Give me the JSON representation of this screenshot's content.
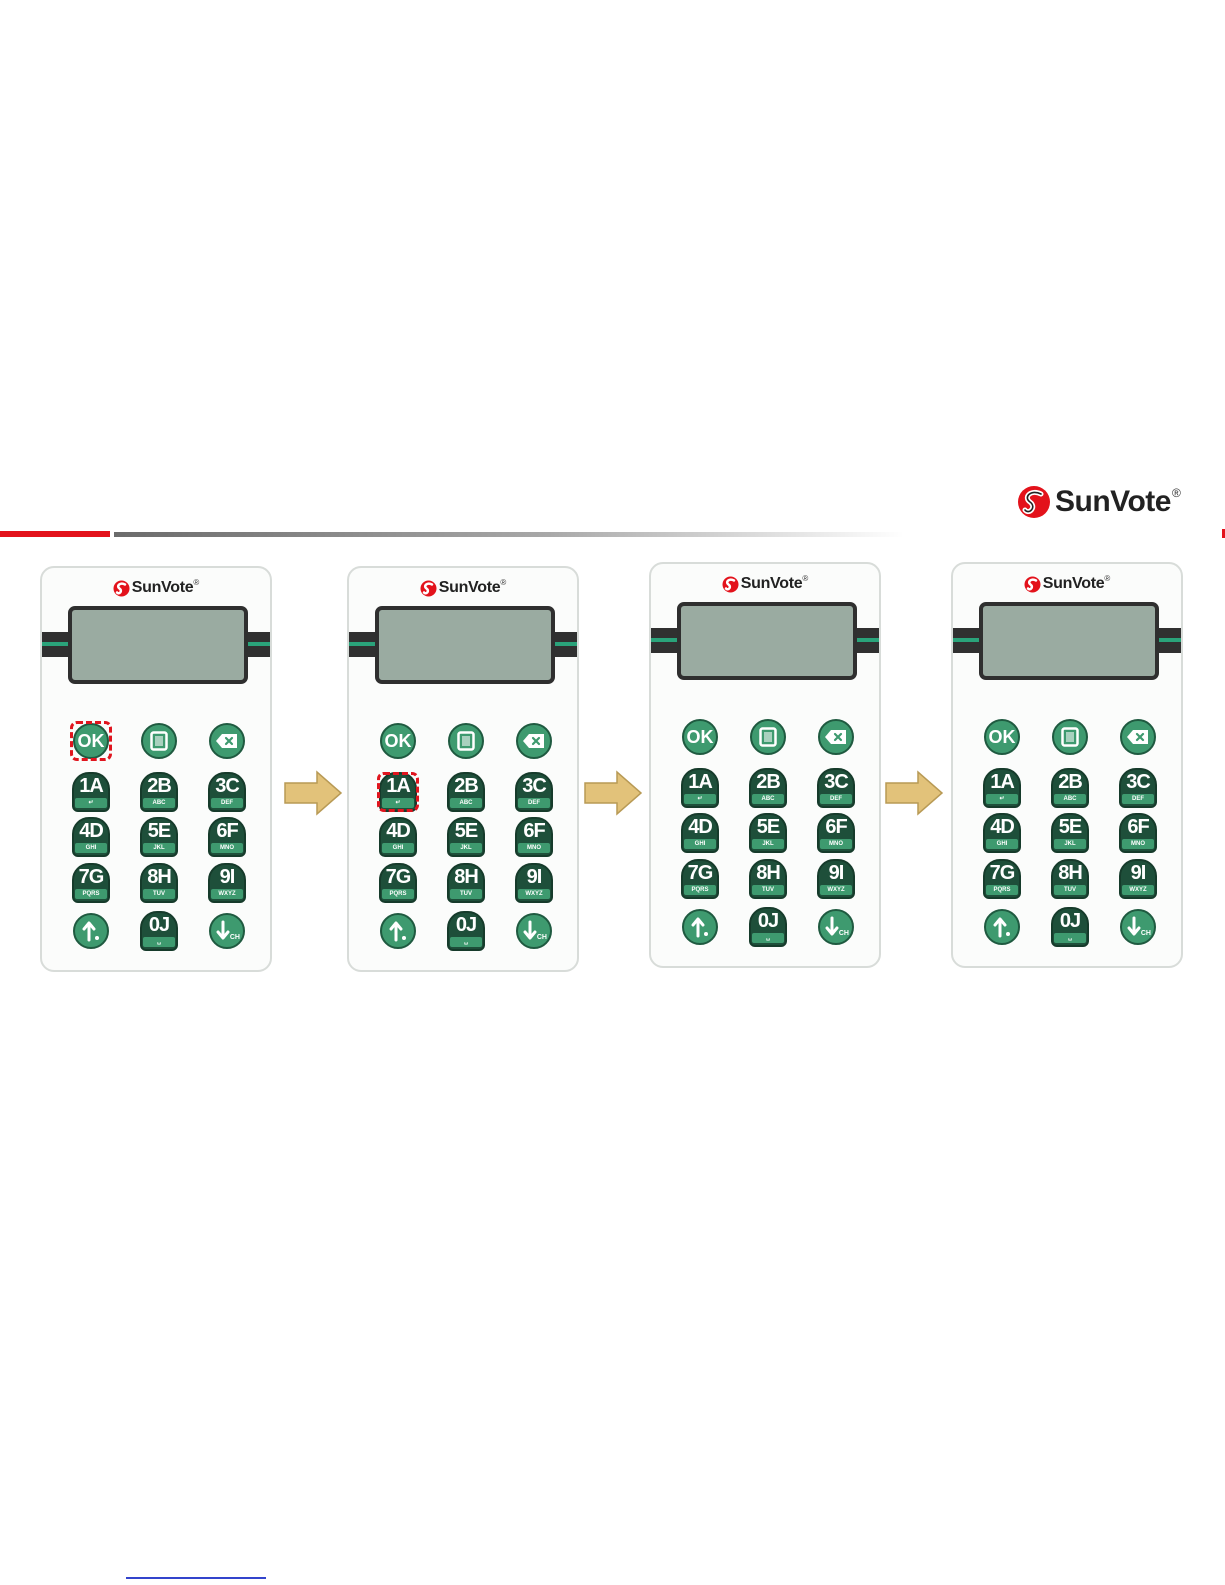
{
  "brand": {
    "name": "SunVote",
    "registered_mark": "®",
    "logo_icon": "sunvote-logo-icon",
    "accent_color": "#e3121b"
  },
  "device_brand": {
    "name": "SunVote",
    "registered_mark": "®"
  },
  "keypad": {
    "colors": {
      "key_dark": "#1e4f3a",
      "key_green": "#3e9a6f",
      "screen": "#9aaba1"
    },
    "top_row": [
      {
        "id": "ok",
        "label": "OK"
      },
      {
        "id": "menu",
        "icon": "menu-square-icon"
      },
      {
        "id": "backspace",
        "icon": "backspace-icon"
      }
    ],
    "number_keys": [
      {
        "id": "1",
        "main": "1A",
        "sub": "↵"
      },
      {
        "id": "2",
        "main": "2B",
        "sub": "ABC"
      },
      {
        "id": "3",
        "main": "3C",
        "sub": "DEF"
      },
      {
        "id": "4",
        "main": "4D",
        "sub": "GHI"
      },
      {
        "id": "5",
        "main": "5E",
        "sub": "JKL"
      },
      {
        "id": "6",
        "main": "6F",
        "sub": "MNO"
      },
      {
        "id": "7",
        "main": "7G",
        "sub": "PQRS"
      },
      {
        "id": "8",
        "main": "8H",
        "sub": "TUV"
      },
      {
        "id": "9",
        "main": "9I",
        "sub": "WXYZ"
      }
    ],
    "bottom_row": [
      {
        "id": "up",
        "icon": "arrow-up-icon"
      },
      {
        "id": "0",
        "main": "0J",
        "sub": "␣"
      },
      {
        "id": "down",
        "icon": "arrow-down-ch-icon",
        "sub": "CH"
      }
    ]
  },
  "steps": [
    {
      "step": 1,
      "highlighted_key": "ok"
    },
    {
      "step": 2,
      "highlighted_key": "1"
    },
    {
      "step": 3,
      "highlighted_key": null
    },
    {
      "step": 4,
      "highlighted_key": null
    }
  ],
  "highlight_color": "#e0151e",
  "arrow_color": "#e2c27a",
  "arrow_icon": "arrow-right-icon"
}
